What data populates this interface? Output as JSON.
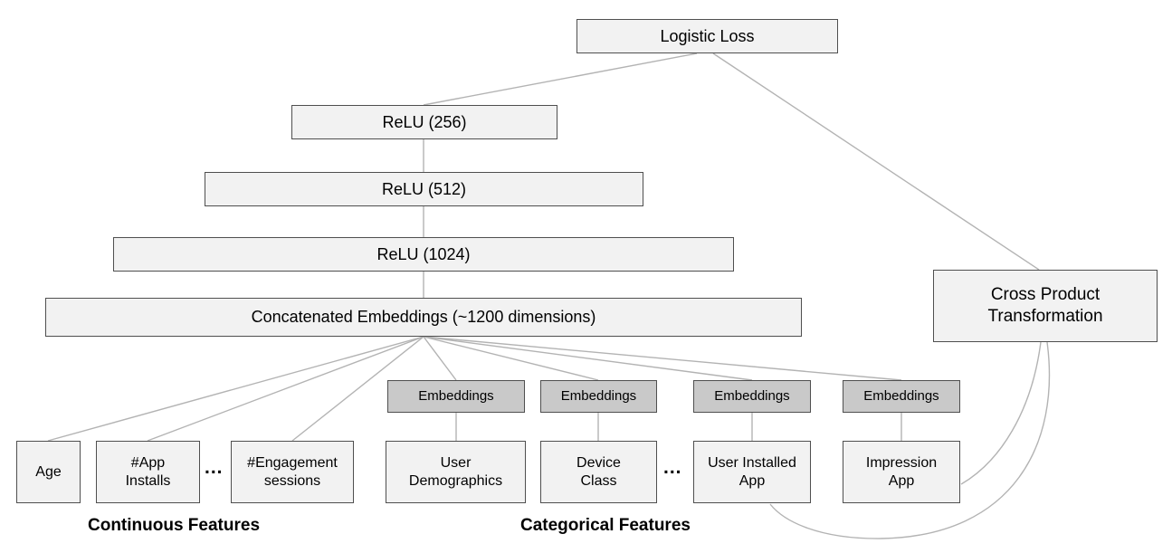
{
  "colors": {
    "node_fill": "#f2f2f2",
    "embedding_fill": "#c9c9c9",
    "node_border": "#4f4f4f",
    "edge": "#b3b3b3",
    "text": "#000000"
  },
  "diagram": {
    "deep": {
      "logistic_loss": "Logistic Loss",
      "relu_256": "ReLU (256)",
      "relu_512": "ReLU (512)",
      "relu_1024": "ReLU (1024)",
      "concatenated_embeddings": "Concatenated Embeddings (~1200 dimensions)"
    },
    "wide": {
      "cross_product": "Cross Product\nTransformation"
    },
    "embedding_label": "Embeddings",
    "features": {
      "age": "Age",
      "app_installs": "#App\nInstalls",
      "engagement_sessions": "#Engagement\nsessions",
      "user_demographics": "User\nDemographics",
      "device_class": "Device\nClass",
      "user_installed_app": "User Installed\nApp",
      "impression_app": "Impression\nApp"
    },
    "ellipsis": "...",
    "group_labels": {
      "continuous": "Continuous Features",
      "categorical": "Categorical Features"
    }
  }
}
